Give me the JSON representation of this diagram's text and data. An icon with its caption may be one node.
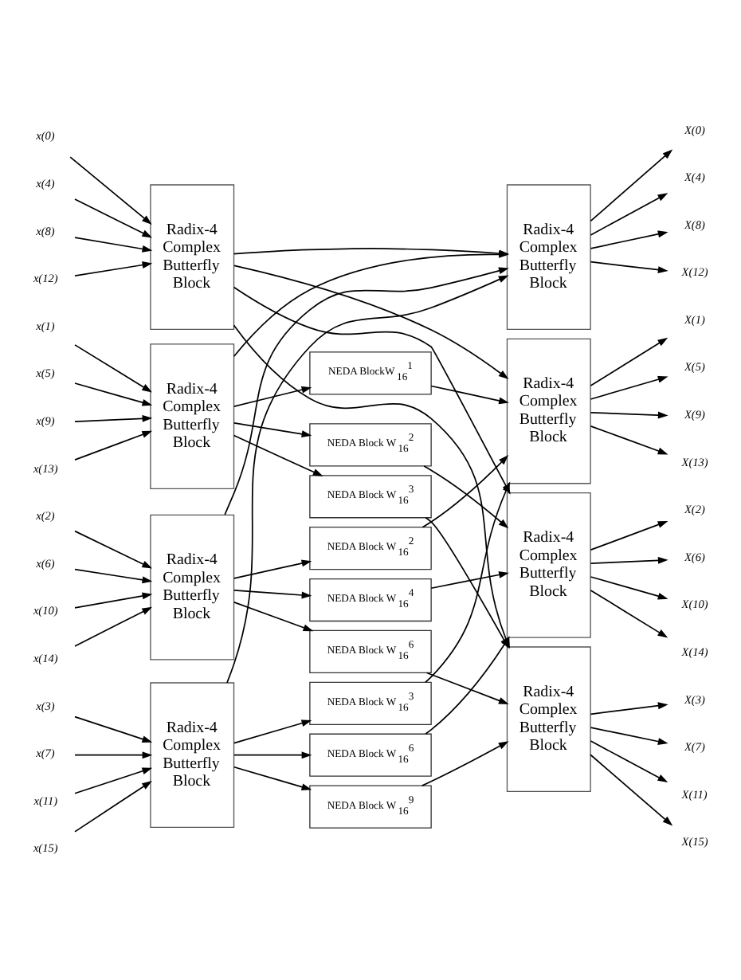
{
  "diagram": {
    "nodes": [
      {
        "text": [
          "x(0)"
        ]
      },
      {
        "text": [
          "x(4)"
        ]
      },
      {
        "text": [
          "x(8)"
        ]
      },
      {
        "text": [
          "x(12)"
        ]
      },
      {
        "text": [
          "x(1)"
        ]
      },
      {
        "text": [
          "x(5)"
        ]
      },
      {
        "text": [
          "x(9)"
        ]
      },
      {
        "text": [
          "x(13)"
        ]
      },
      {
        "text": [
          "x(2)"
        ]
      },
      {
        "text": [
          "x(6)"
        ]
      },
      {
        "text": [
          "x(10)"
        ]
      },
      {
        "text": [
          "x(14)"
        ]
      },
      {
        "text": [
          "x(3)"
        ]
      },
      {
        "text": [
          "x(7)"
        ]
      },
      {
        "text": [
          "x(11)"
        ]
      },
      {
        "text": [
          "x(15)"
        ]
      },
      {
        "text": [
          "Radix-4 Complex Butterfly Block"
        ]
      },
      {
        "text": [
          "Radix-4 Complex Butterfly Block"
        ]
      },
      {
        "text": [
          "Radix-4 Complex Butterfly Block"
        ]
      },
      {
        "text": [
          "Radix-4 Complex Butterfly Block"
        ]
      },
      {
        "text": [
          "NEDA BlockW$_{16}$$^{1}$"
        ]
      },
      {
        "text": [
          "NEDA Block W$_{16}$$^{2}$"
        ]
      },
      {
        "text": [
          "NEDA Block W$_{16}$$^{3}$"
        ]
      },
      {
        "text": [
          "NEDA Block W$_{16}$$^{2}$"
        ]
      },
      {
        "text": [
          "NEDA Block W$_{16}$$^{4}$"
        ]
      },
      {
        "text": [
          "NEDA Block W$_{16}$$^{6}$"
        ]
      },
      {
        "text": [
          "NEDA Block W$_{16}$$^{3}$"
        ]
      },
      {
        "text": [
          "NEDA Block W$_{16}$$^{6}$"
        ]
      },
      {
        "text": [
          "NEDA Block W$_{16}$$^{9}$"
        ]
      },
      {
        "text": [
          "Radix-4 Complex Butterfly Block"
        ]
      },
      {
        "text": [
          "Radix-4 Complex Butterfly Block"
        ]
      },
      {
        "text": [
          "Radix-4 Complex Butterfly Block"
        ]
      },
      {
        "text": [
          "Radix-4 Complex Butterfly Block"
        ]
      },
      {
        "text": [
          "X(0)"
        ]
      },
      {
        "text": [
          "X(4)"
        ]
      },
      {
        "text": [
          "X(8)"
        ]
      },
      {
        "text": [
          "X(12)"
        ]
      },
      {
        "text": [
          "X(1)"
        ]
      },
      {
        "text": [
          "X(5)"
        ]
      },
      {
        "text": [
          "X(9)"
        ]
      },
      {
        "text": [
          "X(13)"
        ]
      },
      {
        "text": [
          "X(2)"
        ]
      },
      {
        "text": [
          "X(6)"
        ]
      },
      {
        "text": [
          "X(10)"
        ]
      },
      {
        "text": [
          "X(14)"
        ]
      },
      {
        "text": [
          "X(3)"
        ]
      },
      {
        "text": [
          "X(7)"
        ]
      },
      {
        "text": [
          "X(11)"
        ]
      },
      {
        "text": [
          "X(15)"
        ]
      }
    ],
    "edges": [
      {
        "from": 0,
        "to": 16,
        "arrow": "to"
      },
      {
        "from": 1,
        "to": 16,
        "arrow": "to"
      },
      {
        "from": 2,
        "to": 16,
        "arrow": "to"
      },
      {
        "from": 3,
        "to": 16,
        "arrow": "to"
      },
      {
        "from": 4,
        "to": 17,
        "arrow": "to"
      },
      {
        "from": 5,
        "to": 17,
        "arrow": "to"
      },
      {
        "from": 6,
        "to": 17,
        "arrow": "to"
      },
      {
        "from": 7,
        "to": 17,
        "arrow": "to"
      },
      {
        "from": 8,
        "to": 18,
        "arrow": "to"
      },
      {
        "from": 9,
        "to": 18,
        "arrow": "to"
      },
      {
        "from": 10,
        "to": 18,
        "arrow": "to"
      },
      {
        "from": 11,
        "to": 18,
        "arrow": "to"
      },
      {
        "from": 12,
        "to": 19,
        "arrow": "to"
      },
      {
        "from": 13,
        "to": 19,
        "arrow": "to"
      },
      {
        "from": 14,
        "to": 19,
        "arrow": "to"
      },
      {
        "from": 15,
        "to": 19,
        "arrow": "to"
      },
      {
        "from": 16,
        "to": 29,
        "arrow": "to"
      },
      {
        "from": 16,
        "to": 30,
        "arrow": "to"
      },
      {
        "from": 16,
        "to": 31,
        "arrow": "to"
      },
      {
        "from": 16,
        "to": 32,
        "arrow": "to"
      },
      {
        "from": 17,
        "to": 29,
        "arrow": "to"
      },
      {
        "from": 17,
        "to": 20,
        "arrow": "to"
      },
      {
        "from": 17,
        "to": 21,
        "arrow": "to"
      },
      {
        "from": 17,
        "to": 22,
        "arrow": "to"
      },
      {
        "from": 18,
        "to": 29,
        "arrow": "to"
      },
      {
        "from": 18,
        "to": 23,
        "arrow": "to"
      },
      {
        "from": 18,
        "to": 24,
        "arrow": "to"
      },
      {
        "from": 18,
        "to": 25,
        "arrow": "to"
      },
      {
        "from": 19,
        "to": 29,
        "arrow": "to"
      },
      {
        "from": 19,
        "to": 26,
        "arrow": "to"
      },
      {
        "from": 19,
        "to": 27,
        "arrow": "to"
      },
      {
        "from": 19,
        "to": 28,
        "arrow": "to"
      },
      {
        "from": 20,
        "to": 30,
        "arrow": "to"
      },
      {
        "from": 21,
        "to": 31,
        "arrow": "to"
      },
      {
        "from": 22,
        "to": 32,
        "arrow": "to"
      },
      {
        "from": 23,
        "to": 30,
        "arrow": "to"
      },
      {
        "from": 24,
        "to": 31,
        "arrow": "to"
      },
      {
        "from": 25,
        "to": 32,
        "arrow": "to"
      },
      {
        "from": 26,
        "to": 30,
        "arrow": "to"
      },
      {
        "from": 27,
        "to": 31,
        "arrow": "to"
      },
      {
        "from": 28,
        "to": 32,
        "arrow": "to"
      },
      {
        "from": 29,
        "to": 33,
        "arrow": "to"
      },
      {
        "from": 29,
        "to": 34,
        "arrow": "to"
      },
      {
        "from": 29,
        "to": 35,
        "arrow": "to"
      },
      {
        "from": 29,
        "to": 36,
        "arrow": "to"
      },
      {
        "from": 30,
        "to": 37,
        "arrow": "to"
      },
      {
        "from": 30,
        "to": 38,
        "arrow": "to"
      },
      {
        "from": 30,
        "to": 39,
        "arrow": "to"
      },
      {
        "from": 30,
        "to": 40,
        "arrow": "to"
      },
      {
        "from": 31,
        "to": 41,
        "arrow": "to"
      },
      {
        "from": 31,
        "to": 42,
        "arrow": "to"
      },
      {
        "from": 31,
        "to": 43,
        "arrow": "to"
      },
      {
        "from": 31,
        "to": 44,
        "arrow": "to"
      },
      {
        "from": 32,
        "to": 45,
        "arrow": "to"
      },
      {
        "from": 32,
        "to": 46,
        "arrow": "to"
      },
      {
        "from": 32,
        "to": 47,
        "arrow": "to"
      },
      {
        "from": 32,
        "to": 48,
        "arrow": "to"
      }
    ]
  }
}
